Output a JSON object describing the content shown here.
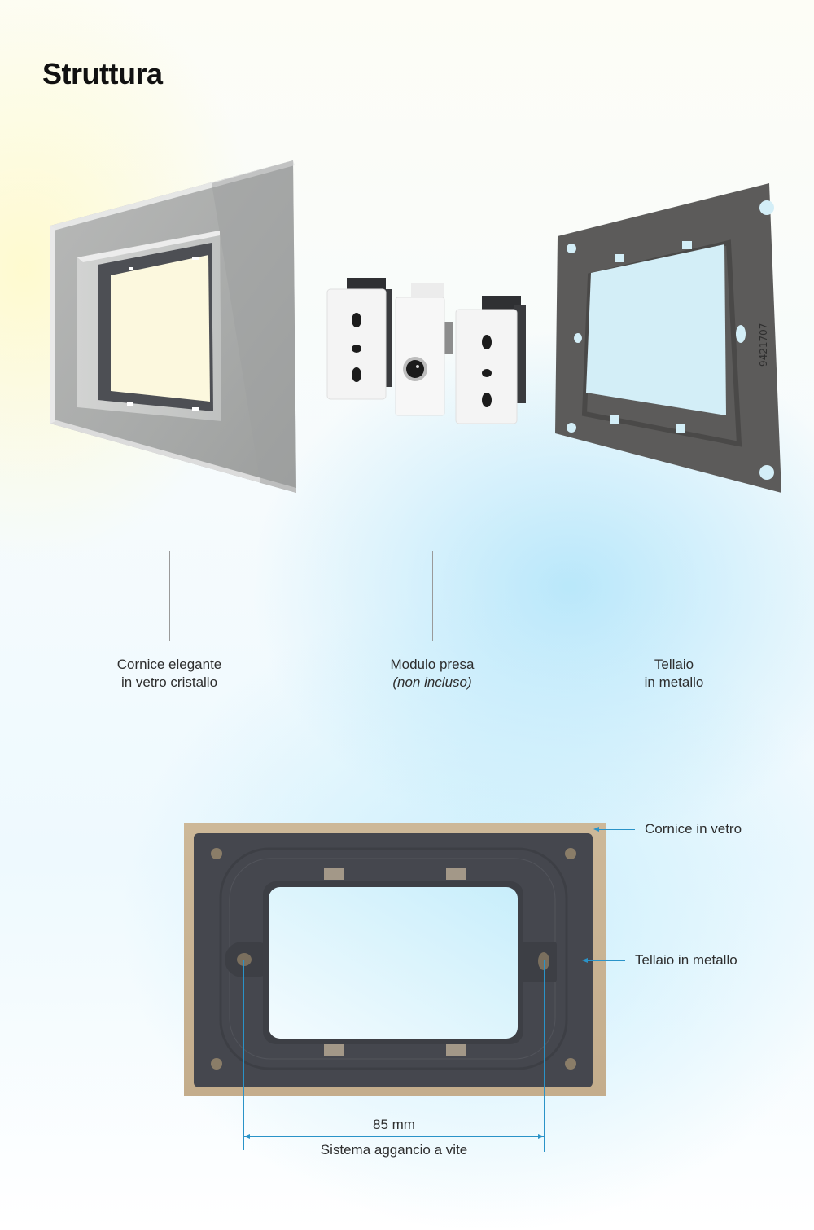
{
  "page": {
    "title": "Struttura"
  },
  "components": [
    {
      "id": "glass-frame",
      "line1": "Cornice elegante",
      "line2": "in vetro cristallo"
    },
    {
      "id": "socket-module",
      "line1": "Modulo presa",
      "line2": "(non incluso)"
    },
    {
      "id": "metal-frame",
      "line1": "Tellaio",
      "line2": "in metallo"
    }
  ],
  "metal_frame_marking": "9421707",
  "back_view": {
    "callouts": [
      {
        "label": "Cornice in vetro"
      },
      {
        "label": "Tellaio in metallo"
      }
    ],
    "dimension": {
      "value": "85 mm",
      "caption": "Sistema aggancio a vite"
    }
  },
  "colors": {
    "accent_blue": "#2a93c8",
    "glass_gray": "#a9abaa",
    "frame_dark": "#45474e",
    "gold_border": "#c8b394"
  }
}
